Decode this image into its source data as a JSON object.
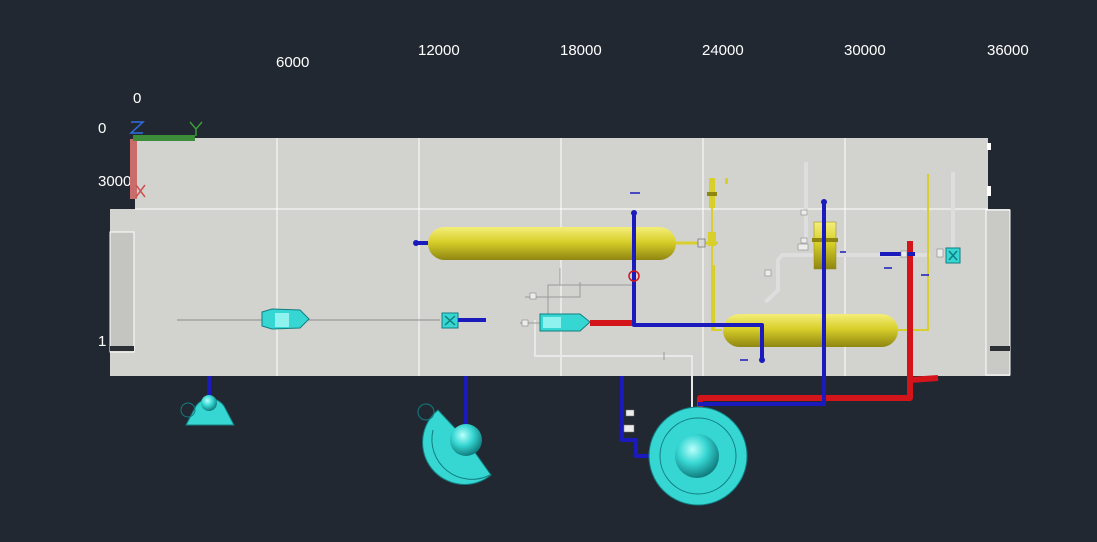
{
  "ruler": {
    "top": [
      "6000",
      "12000",
      "18000",
      "24000",
      "30000",
      "36000"
    ],
    "origin_top": "0",
    "left": [
      "0",
      "3000",
      "1"
    ]
  },
  "ucs": {
    "z_label": "Z",
    "y_label": "Y",
    "x_label": "X"
  },
  "colors": {
    "background": "#222831",
    "deck": "#d2d3cf",
    "vessel": "#d8cf2a",
    "hot_line": "#d3141a",
    "cold_line": "#1b1bbd",
    "equipment": "#36d6d2",
    "instrument_line": "#e3e3e3"
  },
  "icons": [
    "z-axis-icon",
    "y-axis-icon",
    "x-axis-icon"
  ]
}
